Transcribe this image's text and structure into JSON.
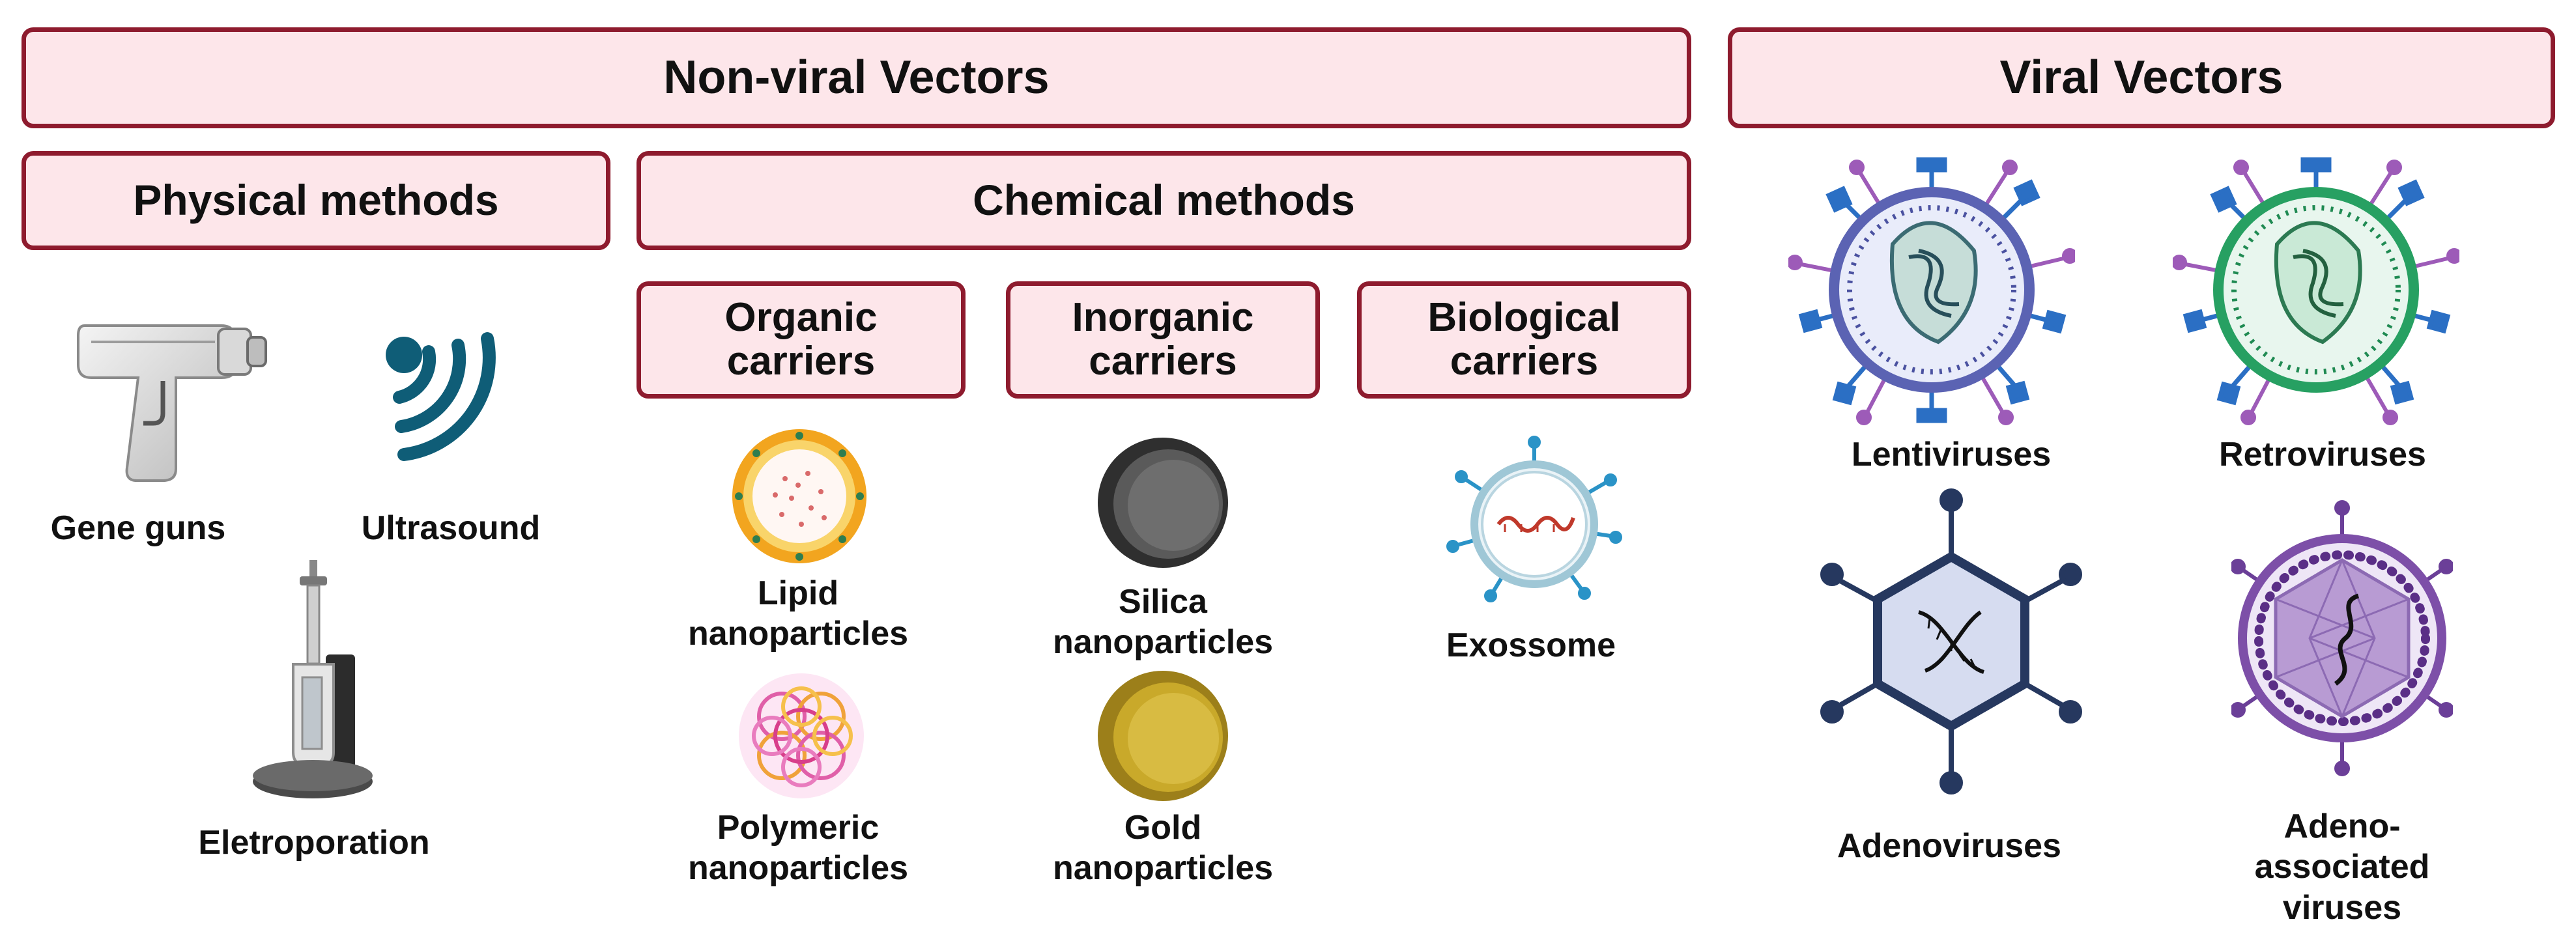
{
  "headers": {
    "non_viral": "Non-viral Vectors",
    "viral": "Viral Vectors",
    "physical": "Physical methods",
    "chemical": "Chemical methods",
    "organic": "Organic\ncarriers",
    "inorganic": "Inorganic\ncarriers",
    "biological": "Biological\ncarriers"
  },
  "labels": {
    "gene_guns": "Gene guns",
    "ultrasound": "Ultrasound",
    "electroporation": "Eletroporation",
    "lipid": "Lipid\nnanoparticles",
    "polymeric": "Polymeric\nnanoparticles",
    "silica": "Silica\nnanoparticles",
    "gold": "Gold\nnanoparticles",
    "exosome": "Exossome",
    "lentiviruses": "Lentiviruses",
    "retroviruses": "Retroviruses",
    "adenoviruses": "Adenoviruses",
    "aav": "Adeno-associated\nviruses"
  },
  "colors": {
    "box_fill": "#fde6ea",
    "box_border": "#8e1b2e",
    "ultrasound": "#0f5d77",
    "lenti_capsid": "#5b63b3",
    "retro_capsid": "#27a062",
    "spike": "#2b6fc4",
    "adeno": "#26385f",
    "aav": "#6b3f98",
    "gold": "#c9a92a",
    "silica": "#444444"
  }
}
